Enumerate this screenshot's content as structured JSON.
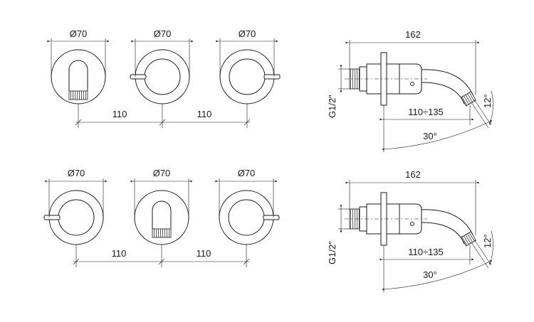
{
  "top_row": {
    "diam_1": "Ø70",
    "diam_2": "Ø70",
    "diam_3": "Ø70",
    "spacing_1": "110",
    "spacing_2": "110"
  },
  "top_side": {
    "overall_length": "162",
    "thread": "G1/2\"",
    "range": "110÷135",
    "angle_swivel": "30°",
    "angle_tilt": "12°"
  },
  "bottom_row": {
    "diam_1": "Ø70",
    "diam_2": "Ø70",
    "diam_3": "Ø70",
    "spacing_1": "110",
    "spacing_2": "110"
  },
  "bottom_side": {
    "overall_length": "162",
    "thread": "G1/2\"",
    "range": "110÷135",
    "angle_swivel": "30°",
    "angle_tilt": "12°"
  }
}
